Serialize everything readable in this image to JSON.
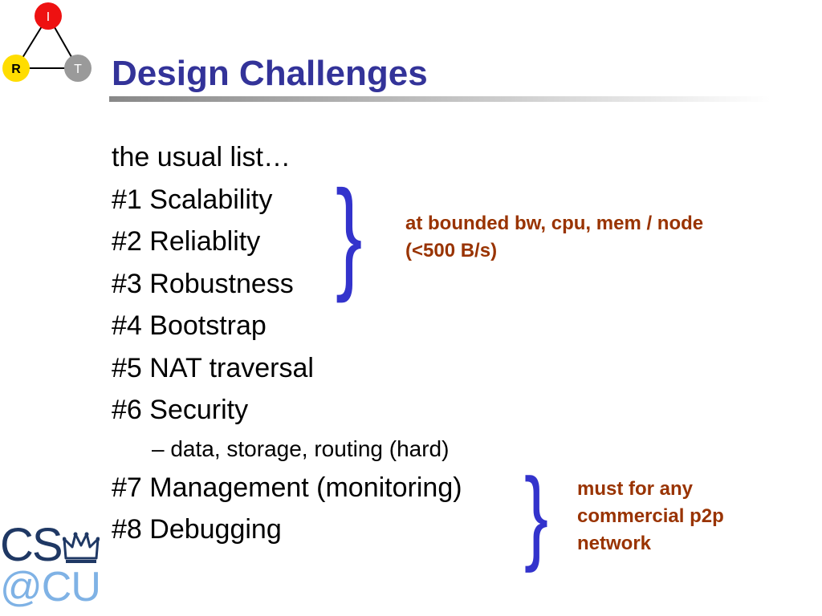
{
  "slide": {
    "title": "Design Challenges",
    "title_color": "#333399",
    "accent_color": "#3333cc",
    "note_color": "#993300",
    "items": [
      "the usual list…",
      "#1 Scalability",
      "#2 Reliablity",
      "#3 Robustness",
      "#4 Bootstrap",
      "#5 NAT traversal",
      "#6 Security",
      "– data, storage, routing (hard)",
      "#7 Management (monitoring)",
      "#8 Debugging"
    ],
    "note_1": {
      "line1": "at bounded bw, cpu, mem / node",
      "line2": "(<500 B/s)"
    },
    "note_2": {
      "line1": "must for any",
      "line2": "commercial p2p",
      "line3": "network"
    },
    "brace_glyph": "}"
  },
  "logo_irt": {
    "top_label": "I",
    "left_label": "R",
    "right_label": "T",
    "top_color": "#ee1111",
    "left_color": "#ffdd00",
    "right_color": "#9a9a9a"
  },
  "logo_cs": {
    "line1": "CS",
    "line2": "@CU",
    "dark_color": "#1f3864",
    "light_color": "#7fb2e5",
    "icon": "crown-icon"
  }
}
